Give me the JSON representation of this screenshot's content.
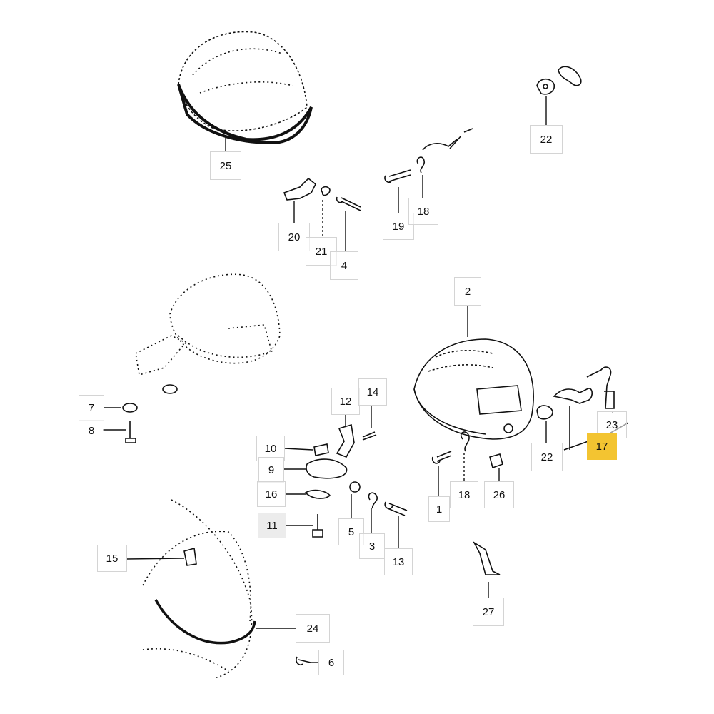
{
  "diagram": {
    "title": "",
    "highlight_color": "#f3c431",
    "callouts": [
      {
        "id": "c22a",
        "label": "22"
      },
      {
        "id": "c25",
        "label": "25"
      },
      {
        "id": "c20",
        "label": "20"
      },
      {
        "id": "c21",
        "label": "21"
      },
      {
        "id": "c4",
        "label": "4"
      },
      {
        "id": "c19",
        "label": "19"
      },
      {
        "id": "c18a",
        "label": "18"
      },
      {
        "id": "c2",
        "label": "2"
      },
      {
        "id": "c7",
        "label": "7"
      },
      {
        "id": "c8",
        "label": "8"
      },
      {
        "id": "c12",
        "label": "12"
      },
      {
        "id": "c14",
        "label": "14"
      },
      {
        "id": "c10",
        "label": "10"
      },
      {
        "id": "c9",
        "label": "9"
      },
      {
        "id": "c16",
        "label": "16"
      },
      {
        "id": "c11",
        "label": "11"
      },
      {
        "id": "c5",
        "label": "5"
      },
      {
        "id": "c3",
        "label": "3"
      },
      {
        "id": "c13",
        "label": "13"
      },
      {
        "id": "c1",
        "label": "1"
      },
      {
        "id": "c18b",
        "label": "18"
      },
      {
        "id": "c26",
        "label": "26"
      },
      {
        "id": "c22b",
        "label": "22"
      },
      {
        "id": "c23",
        "label": "23"
      },
      {
        "id": "c17",
        "label": "17",
        "highlighted": true
      },
      {
        "id": "c27",
        "label": "27"
      },
      {
        "id": "c15",
        "label": "15"
      },
      {
        "id": "c24",
        "label": "24"
      },
      {
        "id": "c6",
        "label": "6"
      }
    ]
  }
}
